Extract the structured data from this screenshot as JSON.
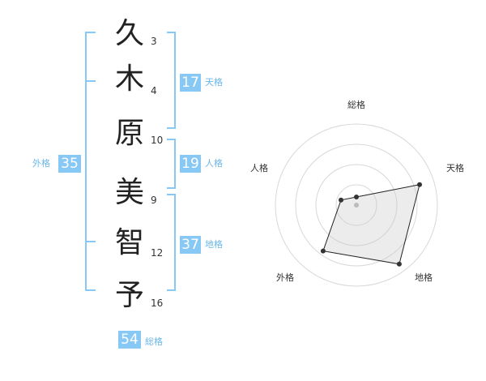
{
  "name": {
    "characters": [
      {
        "char": "久",
        "strokes": "3"
      },
      {
        "char": "木",
        "strokes": "4"
      },
      {
        "char": "原",
        "strokes": "10"
      },
      {
        "char": "美",
        "strokes": "9"
      },
      {
        "char": "智",
        "strokes": "12"
      },
      {
        "char": "予",
        "strokes": "16"
      }
    ]
  },
  "kakusu": {
    "tenkaku": {
      "value": "17",
      "label": "天格"
    },
    "jinkaku": {
      "value": "19",
      "label": "人格"
    },
    "chikaku": {
      "value": "37",
      "label": "地格"
    },
    "gaikaku": {
      "value": "35",
      "label": "外格"
    },
    "soukaku": {
      "value": "54",
      "label": "総格"
    }
  },
  "colors": {
    "bracket": "#88c8f4",
    "badge": "#88c8f4",
    "label": "#6ab6ea"
  },
  "chart_data": {
    "type": "radar",
    "axes": [
      "総格",
      "天格",
      "地格",
      "外格",
      "人格"
    ],
    "values": [
      0.1,
      0.82,
      0.9,
      0.7,
      0.2
    ],
    "rings": 4
  }
}
